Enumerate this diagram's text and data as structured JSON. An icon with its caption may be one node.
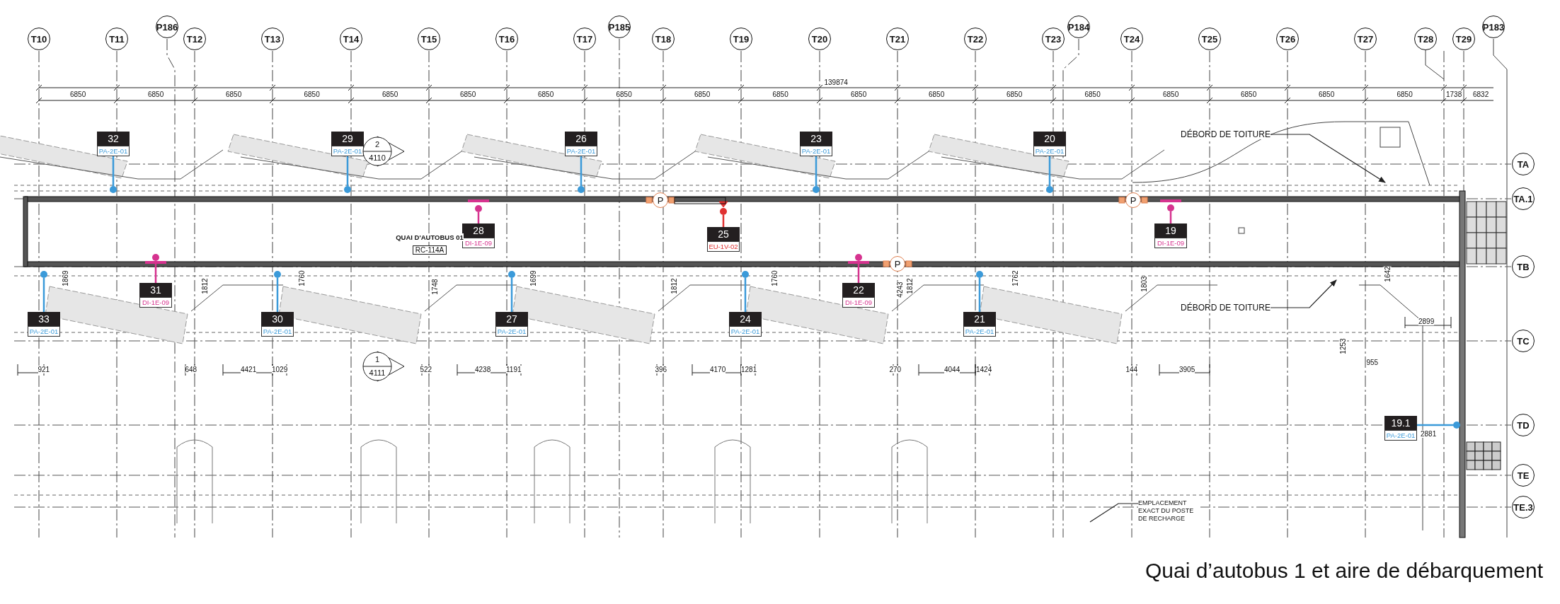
{
  "diagram": {
    "caption": "Quai d’autobus 1 et aire de débarquement",
    "nodes": [
      {
        "text": [
          "T10"
        ]
      },
      {
        "text": [
          "T11"
        ]
      },
      {
        "text": [
          "T12"
        ]
      },
      {
        "text": [
          "T13"
        ]
      },
      {
        "text": [
          "T14"
        ]
      },
      {
        "text": [
          "T15"
        ]
      },
      {
        "text": [
          "T16"
        ]
      },
      {
        "text": [
          "T17"
        ]
      },
      {
        "text": [
          "T18"
        ]
      },
      {
        "text": [
          "T19"
        ]
      },
      {
        "text": [
          "T20"
        ]
      },
      {
        "text": [
          "T21"
        ]
      },
      {
        "text": [
          "T22"
        ]
      },
      {
        "text": [
          "T23"
        ]
      },
      {
        "text": [
          "T24"
        ]
      },
      {
        "text": [
          "T25"
        ]
      },
      {
        "text": [
          "T26"
        ]
      },
      {
        "text": [
          "T27"
        ]
      },
      {
        "text": [
          "T28"
        ]
      },
      {
        "text": [
          "T29"
        ]
      },
      {
        "text": [
          "P186"
        ]
      },
      {
        "text": [
          "P185"
        ]
      },
      {
        "text": [
          "P184"
        ]
      },
      {
        "text": [
          "P183"
        ]
      },
      {
        "text": [
          "TA"
        ]
      },
      {
        "text": [
          "TA.1"
        ]
      },
      {
        "text": [
          "TB"
        ]
      },
      {
        "text": [
          "TC"
        ]
      },
      {
        "text": [
          "TD"
        ]
      },
      {
        "text": [
          "TE"
        ]
      },
      {
        "text": [
          "TE.3"
        ]
      },
      {
        "text": [
          "32",
          "PA-2E-01"
        ]
      },
      {
        "text": [
          "29",
          "PA-2E-01"
        ]
      },
      {
        "text": [
          "26",
          "PA-2E-01"
        ]
      },
      {
        "text": [
          "23",
          "PA-2E-01"
        ]
      },
      {
        "text": [
          "20",
          "PA-2E-01"
        ]
      },
      {
        "text": [
          "2",
          "4110"
        ]
      },
      {
        "text": [
          "28",
          "DI-1E-09"
        ]
      },
      {
        "text": [
          "25",
          "EU-1V-02"
        ]
      },
      {
        "text": [
          "19",
          "DI-1E-09"
        ]
      },
      {
        "text": [
          "QUAI D'AUTOBUS 01",
          "RC-114A"
        ]
      },
      {
        "text": [
          "33",
          "PA-2E-01"
        ]
      },
      {
        "text": [
          "31",
          "DI-1E-09"
        ]
      },
      {
        "text": [
          "30",
          "PA-2E-01"
        ]
      },
      {
        "text": [
          "27",
          "PA-2E-01"
        ]
      },
      {
        "text": [
          "24",
          "PA-2E-01"
        ]
      },
      {
        "text": [
          "22",
          "DI-1E-09"
        ]
      },
      {
        "text": [
          "21",
          "PA-2E-01"
        ]
      },
      {
        "text": [
          "1",
          "4111"
        ]
      },
      {
        "text": [
          "19.1",
          "PA-2E-01"
        ]
      },
      {
        "text": [
          "P"
        ]
      },
      {
        "text": [
          "P"
        ]
      },
      {
        "text": [
          "P"
        ]
      },
      {
        "text": [
          "DÉBORD DE TOITURE"
        ]
      },
      {
        "text": [
          "DÉBORD DE TOITURE"
        ]
      },
      {
        "text": [
          "EMPLACEMENT EXACT DU POSTE DE RECHARGE"
        ]
      },
      {
        "text": [],
        "shape": "circle"
      },
      {
        "text": [],
        "shape": "circle"
      },
      {
        "text": [],
        "shape": "circle"
      },
      {
        "text": [],
        "shape": "circle"
      },
      {
        "text": [],
        "shape": "circle"
      },
      {
        "text": [],
        "shape": "circle"
      },
      {
        "text": [],
        "shape": "circle"
      },
      {
        "text": [],
        "shape": "circle"
      },
      {
        "text": [],
        "shape": "circle"
      },
      {
        "text": [],
        "shape": "circle"
      },
      {
        "text": [],
        "shape": "circle"
      },
      {
        "text": [],
        "shape": "circle"
      },
      {
        "text": [],
        "shape": "circle"
      },
      {
        "text": [],
        "shape": "circle"
      },
      {
        "text": [],
        "shape": "circle"
      },
      {
        "text": [],
        "shape": "circle"
      }
    ],
    "edges": [
      {
        "from": 31,
        "to": 56,
        "arrow": "none"
      },
      {
        "from": 32,
        "to": 57,
        "arrow": "none"
      },
      {
        "from": 33,
        "to": 58,
        "arrow": "none"
      },
      {
        "from": 34,
        "to": 59,
        "arrow": "none"
      },
      {
        "from": 35,
        "to": 60,
        "arrow": "none"
      },
      {
        "from": 37,
        "to": 61,
        "arrow": "none",
        "color": "#d6338f"
      },
      {
        "from": 38,
        "to": 62,
        "arrow": "none",
        "color": "#e03131"
      },
      {
        "from": 39,
        "to": 63,
        "arrow": "none",
        "color": "#d6338f"
      },
      {
        "from": 41,
        "to": 64,
        "arrow": "none"
      },
      {
        "from": 43,
        "to": 65,
        "arrow": "none"
      },
      {
        "from": 44,
        "to": 66,
        "arrow": "none"
      },
      {
        "from": 45,
        "to": 67,
        "arrow": "none"
      },
      {
        "from": 47,
        "to": 68,
        "arrow": "none"
      },
      {
        "from": 42,
        "to": 69,
        "arrow": "none",
        "color": "#d6338f"
      },
      {
        "from": 46,
        "to": 70,
        "arrow": "none",
        "color": "#d6338f"
      },
      {
        "from": 49,
        "to": 71,
        "arrow": "none"
      },
      {
        "from": 53,
        "to": null,
        "arrow": "to",
        "color": "#222222"
      },
      {
        "from": 54,
        "to": null,
        "arrow": "to",
        "color": "#222222"
      },
      {
        "from": 55,
        "to": null,
        "arrow": "none",
        "color": "#222222"
      }
    ],
    "labels": [
      "139874",
      "6850",
      "6850",
      "6850",
      "6850",
      "6850",
      "6850",
      "6850",
      "6850",
      "6850",
      "6850",
      "6850",
      "6850",
      "6850",
      "6850",
      "6850",
      "6850",
      "6850",
      "6850",
      "1738",
      "6832",
      "1869",
      "1812",
      "1760",
      "1748",
      "1699",
      "1812",
      "1760",
      "4243",
      "1812",
      "1762",
      "1803",
      "1642",
      "921",
      "648",
      "4421",
      "1029",
      "522",
      "4238",
      "1191",
      "396",
      "4170",
      "1281",
      "270",
      "4044",
      "1424",
      "144",
      "3905",
      "2899",
      "1253",
      "955",
      "2881"
    ]
  }
}
